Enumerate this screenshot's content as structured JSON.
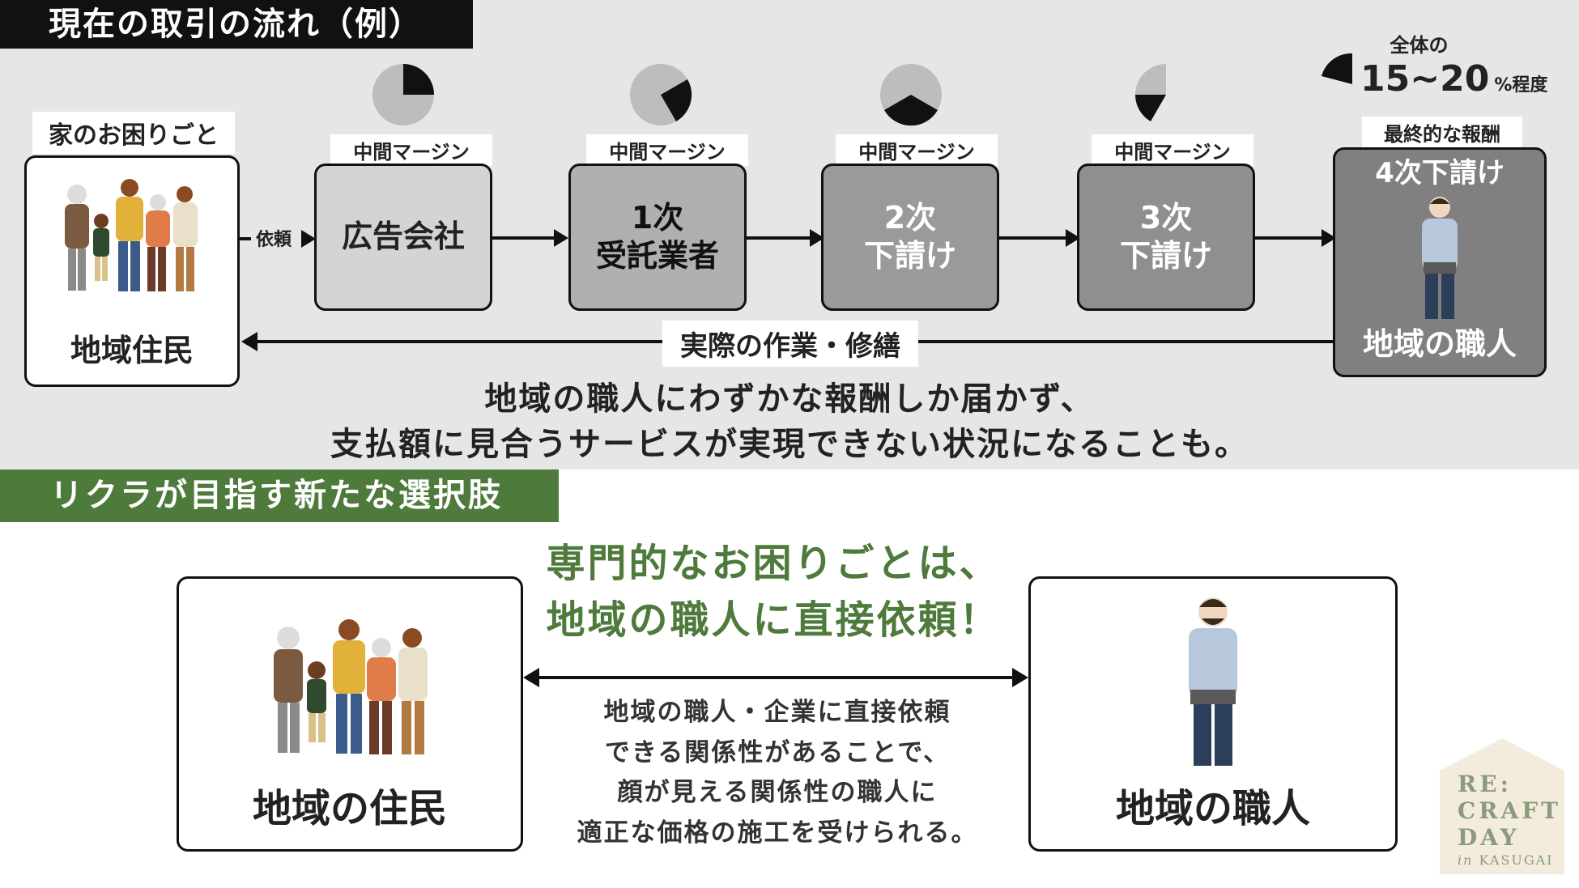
{
  "top": {
    "title": "現在の取引の流れ（例）",
    "client_tag": "家のお困りごと",
    "client_label": "地域住民",
    "request_label": "依頼",
    "margin_label": "中間マージン",
    "stages": [
      {
        "line1": "広告会社",
        "line2": ""
      },
      {
        "line1": "1次",
        "line2": "受託業者"
      },
      {
        "line1": "2次",
        "line2": "下請け"
      },
      {
        "line1": "3次",
        "line2": "下請け"
      }
    ],
    "final_tag": "最終的な報酬",
    "final_title": "4次下請け",
    "final_label": "地域の職人",
    "share_prefix": "全体の",
    "share_value": "15~20",
    "share_suffix": "%程度",
    "return_label": "実際の作業・修繕",
    "message_line1": "地域の職人にわずかな報酬しか届かず、",
    "message_line2": "支払額に見合うサービスが実現できない状況になることも。"
  },
  "bottom": {
    "title": "リクラが目指す新たな選択肢",
    "headline_line1": "専門的なお困りごとは、",
    "headline_line2": "地域の職人に直接依頼！",
    "resident_label": "地域の住民",
    "craftsman_label": "地域の職人",
    "desc_line1": "地域の職人・企業に直接依頼",
    "desc_line2": "できる関係性があることで、",
    "desc_line3": "顔が見える関係性の職人に",
    "desc_line4": "適正な価格の施工を受けられる。"
  },
  "logo": {
    "line1": "RE:",
    "line2": "CRAFT",
    "line3": "DAY",
    "sub_in": "in",
    "sub_place": "KASUGAI"
  }
}
